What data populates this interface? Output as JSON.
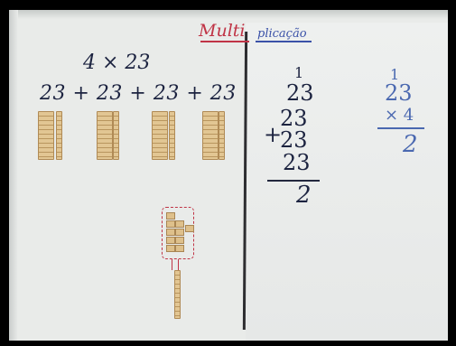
{
  "board": {
    "title_part1": "Multi",
    "title_part2": "plicação",
    "left": {
      "expression": "4 × 23",
      "sum": "23 + 23 + 23 + 23"
    },
    "middle": {
      "carry": "1",
      "rows": [
        "23",
        "23",
        "23",
        "23"
      ],
      "plus": "+",
      "result": "2"
    },
    "right": {
      "carry": "1",
      "multiplicand": "23",
      "times": "× 4",
      "result": "2"
    }
  },
  "colors": {
    "board": "#e9ebe9",
    "ink_dark": "#1c2340",
    "ink_blue": "#4a68b0",
    "ink_red": "#c03446",
    "wood": "#e2c693"
  }
}
